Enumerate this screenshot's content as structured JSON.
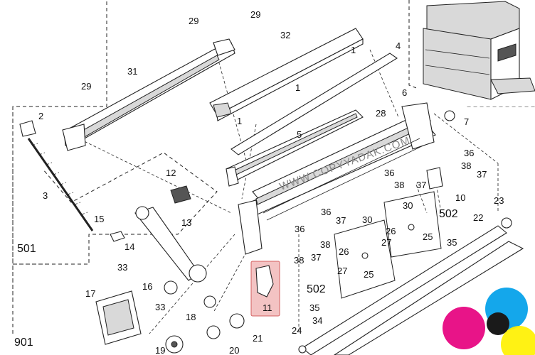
{
  "watermark": "WWW.COPYYADAK.COM",
  "group_labels": {
    "g501": "501",
    "g502_a": "502",
    "g502_b": "502",
    "g901": "901"
  },
  "callouts": [
    {
      "id": "c29a",
      "text": "29"
    },
    {
      "id": "c29b",
      "text": "29"
    },
    {
      "id": "c29c",
      "text": "29"
    },
    {
      "id": "c32",
      "text": "32"
    },
    {
      "id": "c1a",
      "text": "1"
    },
    {
      "id": "c4",
      "text": "4"
    },
    {
      "id": "c31",
      "text": "31"
    },
    {
      "id": "c1b",
      "text": "1"
    },
    {
      "id": "c6",
      "text": "6"
    },
    {
      "id": "c28",
      "text": "28"
    },
    {
      "id": "c1c",
      "text": "1"
    },
    {
      "id": "c7",
      "text": "7"
    },
    {
      "id": "c2",
      "text": "2"
    },
    {
      "id": "c5",
      "text": "5"
    },
    {
      "id": "c36a",
      "text": "36"
    },
    {
      "id": "c12",
      "text": "12"
    },
    {
      "id": "c38a",
      "text": "38"
    },
    {
      "id": "c37a",
      "text": "37"
    },
    {
      "id": "c36b",
      "text": "36"
    },
    {
      "id": "c3",
      "text": "3"
    },
    {
      "id": "c38b",
      "text": "38"
    },
    {
      "id": "c37b",
      "text": "37"
    },
    {
      "id": "c10",
      "text": "10"
    },
    {
      "id": "c23",
      "text": "23"
    },
    {
      "id": "c30a",
      "text": "30"
    },
    {
      "id": "c36c",
      "text": "36"
    },
    {
      "id": "c15",
      "text": "15"
    },
    {
      "id": "c13",
      "text": "13"
    },
    {
      "id": "c37c",
      "text": "37"
    },
    {
      "id": "c36d",
      "text": "36"
    },
    {
      "id": "c22",
      "text": "22"
    },
    {
      "id": "c30b",
      "text": "30"
    },
    {
      "id": "c26a",
      "text": "26"
    },
    {
      "id": "c25a",
      "text": "25"
    },
    {
      "id": "c27a",
      "text": "27"
    },
    {
      "id": "c14",
      "text": "14"
    },
    {
      "id": "c38c",
      "text": "38"
    },
    {
      "id": "c35a",
      "text": "35"
    },
    {
      "id": "c26b",
      "text": "26"
    },
    {
      "id": "c38d",
      "text": "38"
    },
    {
      "id": "c37d",
      "text": "37"
    },
    {
      "id": "c33a",
      "text": "33"
    },
    {
      "id": "c27b",
      "text": "27"
    },
    {
      "id": "c25b",
      "text": "25"
    },
    {
      "id": "c16",
      "text": "16"
    },
    {
      "id": "c17",
      "text": "17"
    },
    {
      "id": "c33b",
      "text": "33"
    },
    {
      "id": "c11",
      "text": "11"
    },
    {
      "id": "c35b",
      "text": "35"
    },
    {
      "id": "c18",
      "text": "18"
    },
    {
      "id": "c34",
      "text": "34"
    },
    {
      "id": "c21",
      "text": "21"
    },
    {
      "id": "c24",
      "text": "24"
    },
    {
      "id": "c20",
      "text": "20"
    },
    {
      "id": "c19",
      "text": "19"
    }
  ],
  "logo_colors": [
    "#e6007e",
    "#00a0e9",
    "#fff100",
    "#1a1a1a"
  ]
}
